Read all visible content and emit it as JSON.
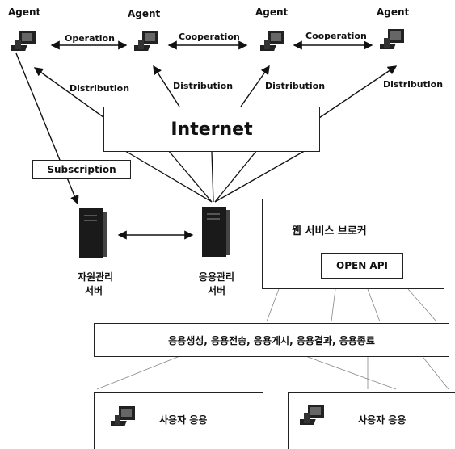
{
  "agents": {
    "a1": {
      "label": "Agent"
    },
    "a2": {
      "label": "Agent"
    },
    "a3": {
      "label": "Agent"
    },
    "a4": {
      "label": "Agent"
    }
  },
  "links": {
    "operation": "Operation",
    "cooperation_1": "Cooperation",
    "cooperation_2": "Cooperation"
  },
  "distribution": {
    "d1": "Distribution",
    "d2": "Distribution",
    "d3": "Distribution",
    "d4": "Distribution"
  },
  "internet": "Internet",
  "subscription": "Subscription",
  "servers": {
    "resource": {
      "line1": "자원관리",
      "line2": "서버"
    },
    "application": {
      "line1": "응용관리",
      "line2": "서버"
    }
  },
  "broker": {
    "title": "웹 서비스  브로커",
    "open_api": "OPEN API"
  },
  "lifecycle": "응용생성, 응용전송, 응용게시, 응용결과, 응용종료",
  "user_apps": {
    "left": "사용자 응용",
    "right": "사용자 응용"
  },
  "icons": {
    "agent": "computer-icon",
    "server": "server-tower-icon"
  }
}
